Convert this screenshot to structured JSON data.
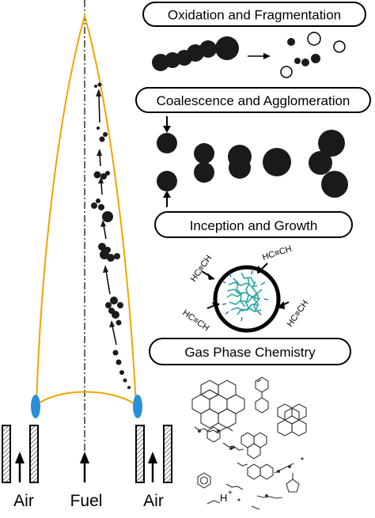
{
  "flame": {
    "labels": {
      "air_left": "Air",
      "fuel": "Fuel",
      "air_right": "Air"
    }
  },
  "stages": {
    "oxidation": "Oxidation and Fragmentation",
    "coalescence": "Coalescence and Agglomeration",
    "inception": "Inception and Growth",
    "gas_phase": "Gas Phase Chemistry"
  },
  "inception_panel": {
    "molecule_label": "HC≡CH"
  },
  "gas_phase_panel": {
    "ion_label": "H",
    "ion_charge": "+"
  },
  "colors": {
    "flame_outline": "#f0a500",
    "flame_base": "#2a8fd8",
    "soot": "#1a1a1a",
    "pah_cluster": "#2aa6a6"
  }
}
